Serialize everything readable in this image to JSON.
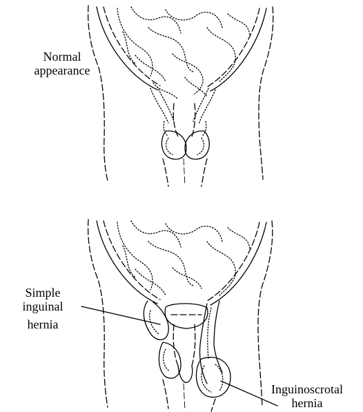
{
  "figure": {
    "labels": {
      "normal": [
        "Normal",
        "appearance"
      ],
      "simple": [
        "Simple",
        "inguinal",
        "hernia"
      ],
      "inguinoscrotal": [
        "Inguinoscrotal",
        "hernia"
      ]
    }
  }
}
